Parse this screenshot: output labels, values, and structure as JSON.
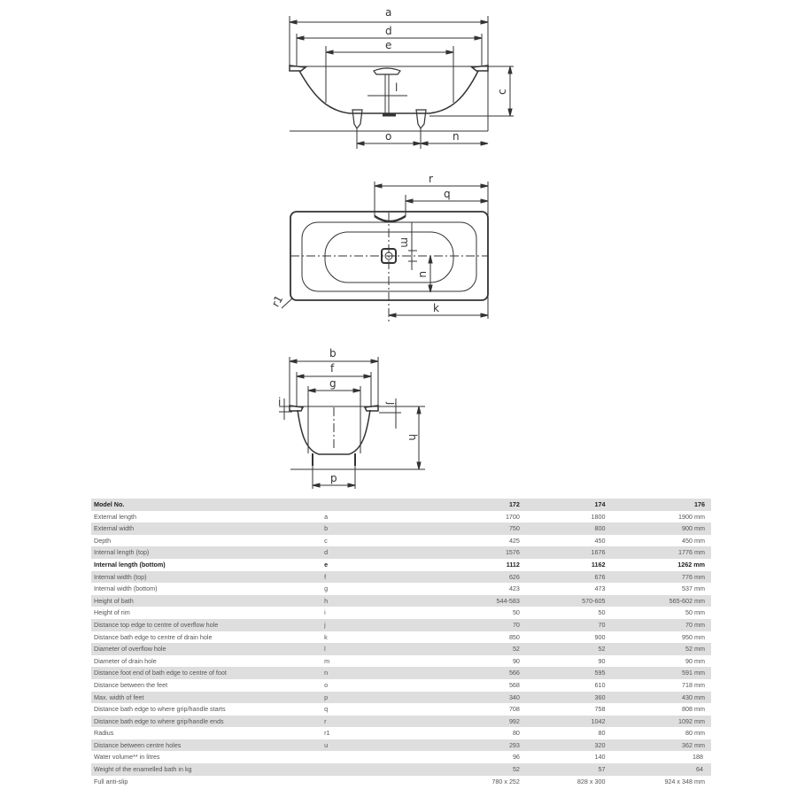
{
  "drawings": {
    "side_view": {
      "labels": [
        "a",
        "d",
        "e",
        "c",
        "l",
        "o",
        "n"
      ]
    },
    "top_view": {
      "labels": [
        "r",
        "q",
        "m",
        "u",
        "k",
        "r1"
      ]
    },
    "end_view": {
      "labels": [
        "b",
        "f",
        "g",
        "i",
        "j",
        "h",
        "p"
      ]
    }
  },
  "table": {
    "header": {
      "label": "Model No.",
      "symbol": "",
      "models": [
        "172",
        "174",
        "176"
      ]
    },
    "unit": "mm",
    "rows": [
      {
        "label": "External length",
        "symbol": "a",
        "v": [
          "1700",
          "1800",
          "1900"
        ],
        "unit": "mm",
        "bold": false
      },
      {
        "label": "External width",
        "symbol": "b",
        "v": [
          "750",
          "800",
          "900"
        ],
        "unit": "mm",
        "bold": false
      },
      {
        "label": "Depth",
        "symbol": "c",
        "v": [
          "425",
          "450",
          "450"
        ],
        "unit": "mm",
        "bold": false
      },
      {
        "label": "Internal length (top)",
        "symbol": "d",
        "v": [
          "1576",
          "1676",
          "1776"
        ],
        "unit": "mm",
        "bold": false
      },
      {
        "label": "Internal length (bottom)",
        "symbol": "e",
        "v": [
          "1112",
          "1162",
          "1262"
        ],
        "unit": "mm",
        "bold": true
      },
      {
        "label": "Internal width (top)",
        "symbol": "f",
        "v": [
          "626",
          "676",
          "776"
        ],
        "unit": "mm",
        "bold": false
      },
      {
        "label": "Internal width (bottom)",
        "symbol": "g",
        "v": [
          "423",
          "473",
          "537"
        ],
        "unit": "mm",
        "bold": false
      },
      {
        "label": "Height of bath",
        "symbol": "h",
        "v": [
          "544-583",
          "570-605",
          "565-602"
        ],
        "unit": "mm",
        "bold": false
      },
      {
        "label": "Height of rim",
        "symbol": "i",
        "v": [
          "50",
          "50",
          "50"
        ],
        "unit": "mm",
        "bold": false
      },
      {
        "label": "Distance top edge to centre of overflow hole",
        "symbol": "j",
        "v": [
          "70",
          "70",
          "70"
        ],
        "unit": "mm",
        "bold": false
      },
      {
        "label": "Distance bath edge to centre of drain hole",
        "symbol": "k",
        "v": [
          "850",
          "900",
          "950"
        ],
        "unit": "mm",
        "bold": false
      },
      {
        "label": "Diameter of overflow hole",
        "symbol": "l",
        "v": [
          "52",
          "52",
          "52"
        ],
        "unit": "mm",
        "bold": false
      },
      {
        "label": "Diameter of drain hole",
        "symbol": "m",
        "v": [
          "90",
          "90",
          "90"
        ],
        "unit": "mm",
        "bold": false
      },
      {
        "label": "Distance foot end of bath edge to centre of foot",
        "symbol": "n",
        "v": [
          "566",
          "595",
          "591"
        ],
        "unit": "mm",
        "bold": false
      },
      {
        "label": "Distance between the feet",
        "symbol": "o",
        "v": [
          "568",
          "610",
          "718"
        ],
        "unit": "mm",
        "bold": false
      },
      {
        "label": "Max. width of feet",
        "symbol": "p",
        "v": [
          "340",
          "360",
          "430"
        ],
        "unit": "mm",
        "bold": false
      },
      {
        "label": "Distance bath edge to where grip/handle starts",
        "symbol": "q",
        "v": [
          "708",
          "758",
          "808"
        ],
        "unit": "mm",
        "bold": false
      },
      {
        "label": "Distance bath edge to where grip/handle ends",
        "symbol": "r",
        "v": [
          "992",
          "1042",
          "1092"
        ],
        "unit": "mm",
        "bold": false
      },
      {
        "label": "Radius",
        "symbol": "r1",
        "v": [
          "80",
          "80",
          "80"
        ],
        "unit": "mm",
        "bold": false
      },
      {
        "label": "Distance between centre holes",
        "symbol": "u",
        "v": [
          "293",
          "320",
          "362"
        ],
        "unit": "mm",
        "bold": false
      },
      {
        "label": "Water volume** in litres",
        "symbol": "",
        "v": [
          "96",
          "140",
          "188"
        ],
        "unit": "",
        "bold": false
      },
      {
        "label": "Weight of the enamelled bath in kg",
        "symbol": "",
        "v": [
          "52",
          "57",
          "64"
        ],
        "unit": "",
        "bold": false
      },
      {
        "label": "Full anti-slip",
        "symbol": "",
        "v": [
          "780 x 252",
          "828 x 300",
          "924 x 348"
        ],
        "unit": "mm",
        "bold": false
      }
    ]
  }
}
